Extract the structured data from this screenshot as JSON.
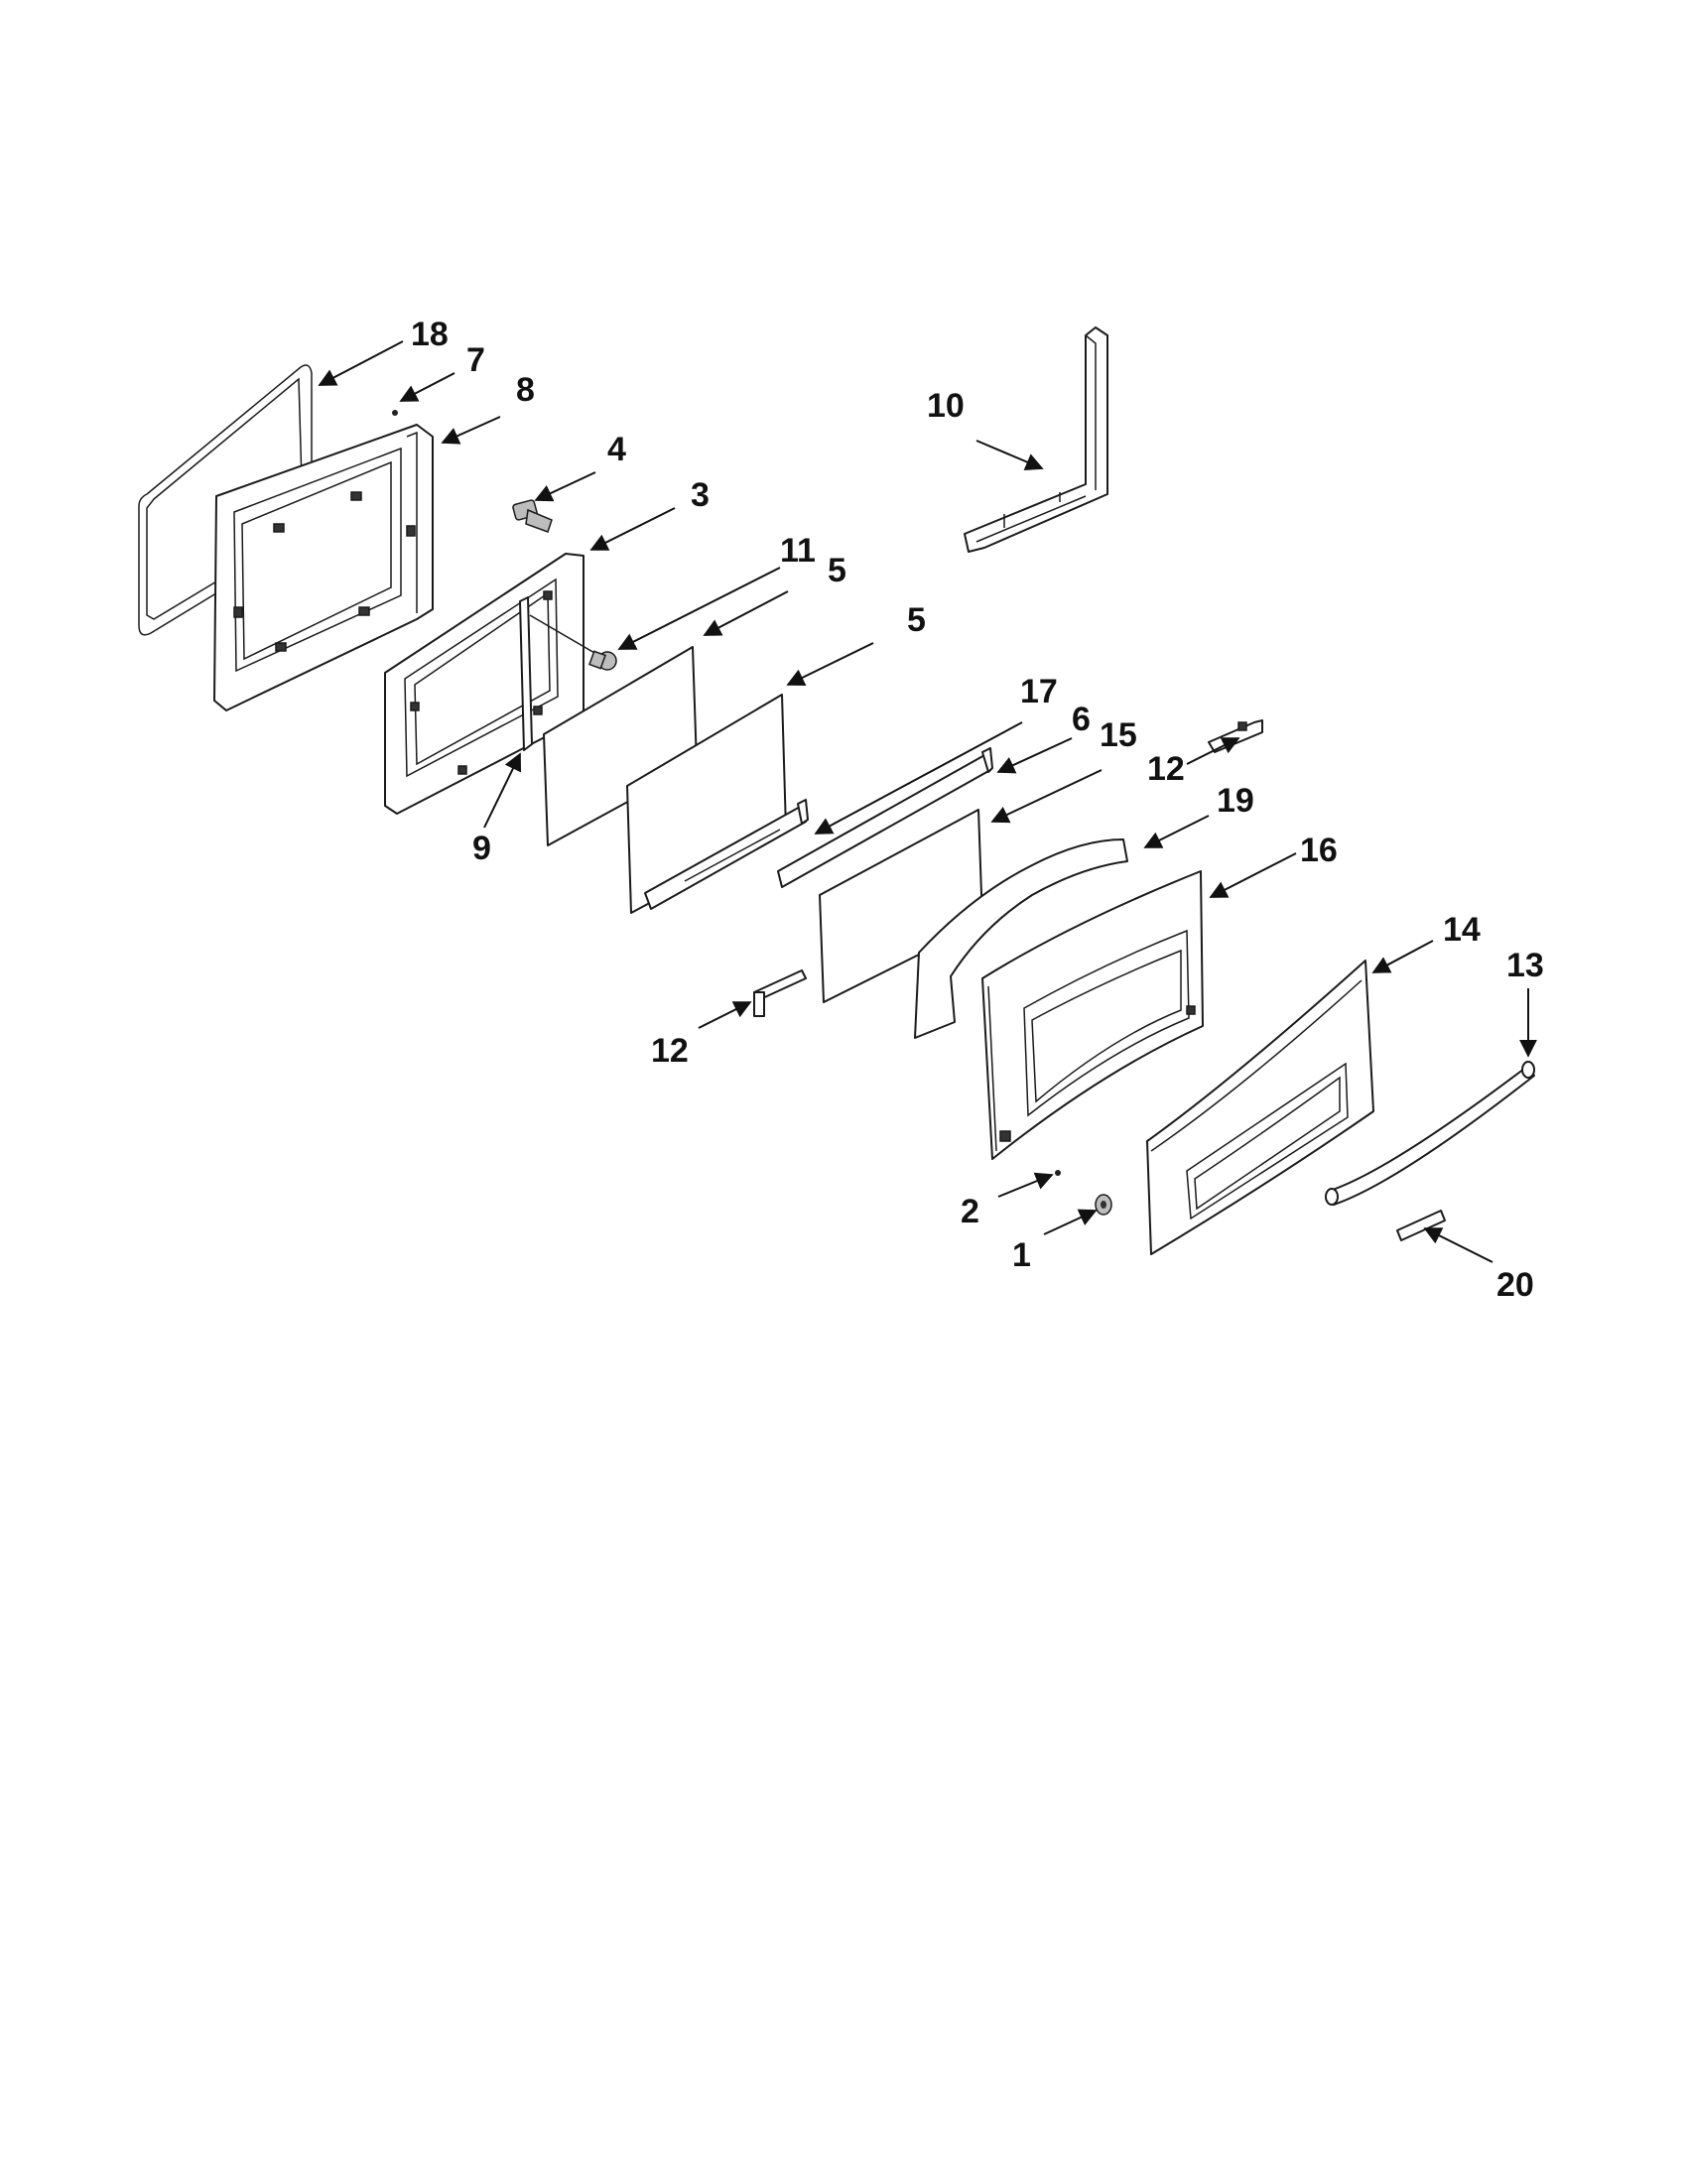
{
  "diagram": {
    "type": "exploded-parts-view",
    "callouts": {
      "c1": "1",
      "c2": "2",
      "c3": "3",
      "c4": "4",
      "c5a": "5",
      "c5b": "5",
      "c6": "6",
      "c7": "7",
      "c8": "8",
      "c9": "9",
      "c10": "10",
      "c11": "11",
      "c12a": "12",
      "c12b": "12",
      "c13": "13",
      "c14": "14",
      "c15": "15",
      "c16": "16",
      "c17": "17",
      "c18": "18",
      "c19": "19",
      "c20": "20"
    }
  }
}
